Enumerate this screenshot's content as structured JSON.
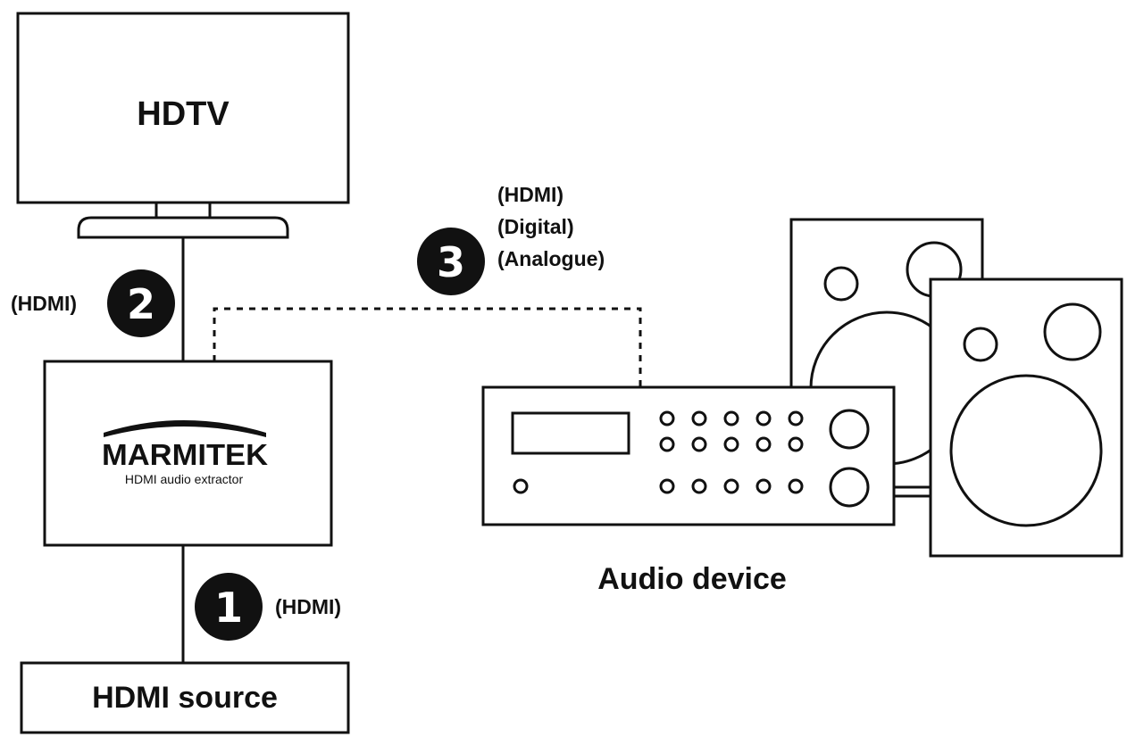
{
  "devices": {
    "tv_label": "HDTV",
    "extractor_brand": "MARMITEK",
    "extractor_subtitle": "HDMI audio extractor",
    "source_label": "HDMI source",
    "audio_label": "Audio device"
  },
  "connections": [
    {
      "number": "1",
      "labels": [
        "(HDMI)"
      ]
    },
    {
      "number": "2",
      "labels": [
        "(HDMI)"
      ]
    },
    {
      "number": "3",
      "labels": [
        "(HDMI)",
        "(Digital)",
        "(Analogue)"
      ]
    }
  ]
}
